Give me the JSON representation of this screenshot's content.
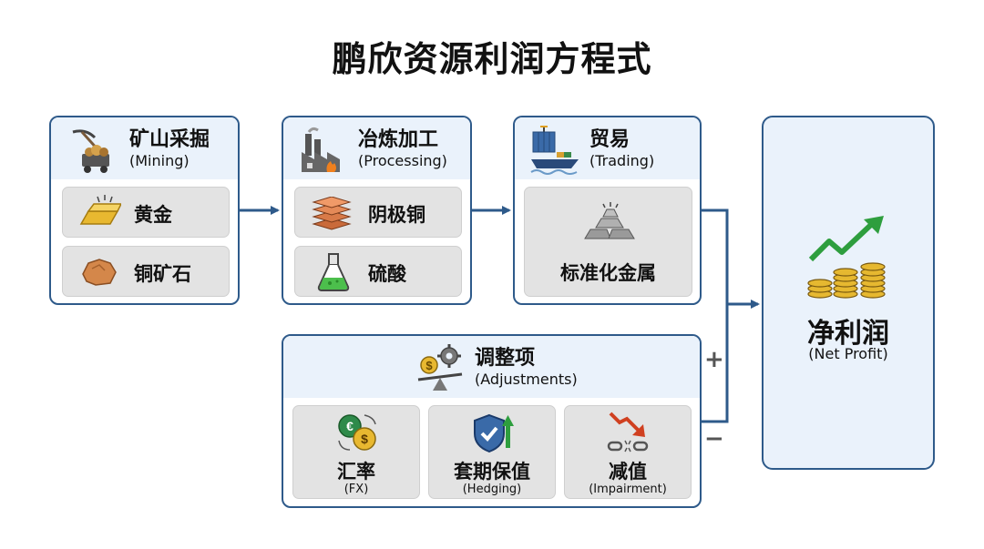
{
  "title": "鹏欣资源利润方程式",
  "mining": {
    "title_zh": "矿山采掘",
    "title_en": "(Mining)",
    "items": [
      "黄金",
      "铜矿石"
    ],
    "icons": [
      "pickaxe-ore-cart-icon",
      "gold-bar-icon",
      "copper-ore-icon"
    ]
  },
  "processing": {
    "title_zh": "冶炼加工",
    "title_en": "(Processing)",
    "items": [
      "阴极铜",
      "硫酸"
    ],
    "icons": [
      "factory-icon",
      "copper-plates-icon",
      "flask-icon"
    ]
  },
  "trading": {
    "title_zh": "贸易",
    "title_en": "(Trading)",
    "items": [
      "标准化金属"
    ],
    "icons": [
      "container-ship-icon",
      "metal-ingots-icon"
    ]
  },
  "adjustments": {
    "title_zh": "调整项",
    "title_en": "(Adjustments)",
    "items": [
      {
        "zh": "汇率",
        "en": "(FX)",
        "icon": "currency-exchange-icon"
      },
      {
        "zh": "套期保值",
        "en": "(Hedging)",
        "icon": "shield-up-arrow-icon"
      },
      {
        "zh": "减值",
        "en": "(Impairment)",
        "icon": "broken-chain-down-arrow-icon"
      }
    ]
  },
  "net_profit": {
    "title_zh": "净利润",
    "title_en": "(Net Profit)",
    "icon": "coins-growth-arrow-icon"
  },
  "signs": {
    "plus": "+",
    "minus": "−"
  },
  "colors": {
    "border": "#2e5a8a",
    "header_bg": "#eaf2fb",
    "tile_bg": "#e3e3e3",
    "growth": "#2e9e3e"
  }
}
